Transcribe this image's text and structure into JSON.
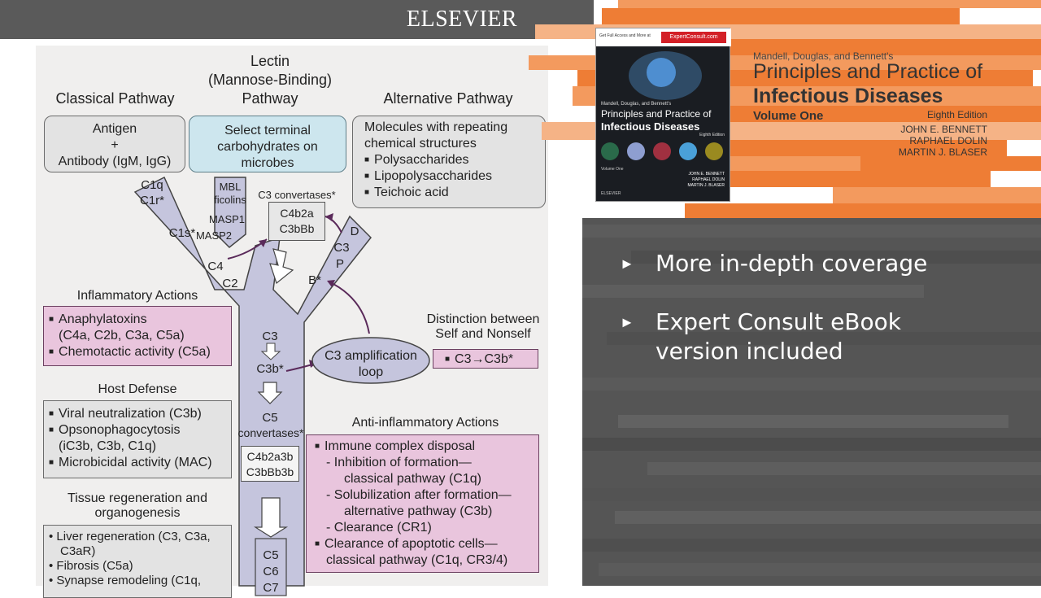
{
  "publisher": "ELSEVIER",
  "diagram": {
    "pathways": {
      "classical": "Classical Pathway",
      "lectin_1": "Lectin",
      "lectin_2": "(Mannose-Binding)",
      "lectin_3": "Pathway",
      "alternative": "Alternative Pathway"
    },
    "antigen": {
      "l1": "Antigen",
      "l2": "+",
      "l3": "Antibody (IgM, IgG)"
    },
    "select": {
      "l1": "Select terminal",
      "l2": "carbohydrates on",
      "l3": "microbes"
    },
    "molecules": {
      "l1": "Molecules with repeating",
      "l2": "chemical structures",
      "items": [
        "Polysaccharides",
        "Lipopolysaccharides",
        "Teichoic acid"
      ]
    },
    "arm_labels": {
      "c1q": "C1q",
      "c1r": "C1r*",
      "c1s": "C1s*",
      "mbl": "MBL",
      "ficolins": "ficolins",
      "masp1": "MASP1",
      "masp2": "MASP2",
      "c4": "C4",
      "c2": "C2",
      "d": "D",
      "c3": "C3",
      "p": "P",
      "b": "B*"
    },
    "c3_convertases": {
      "label": "C3 convertases*",
      "l1": "C4b2a",
      "l2": "C3bBb"
    },
    "stem": {
      "c3": "C3",
      "c3b": "C3b*",
      "c5_1": "C5",
      "c5_2": "convertases*",
      "c5conv_1": "C4b2a3b",
      "c5conv_2": "C3bBb3b",
      "tail_1": "C5",
      "tail_2": "C6",
      "tail_3": "C7"
    },
    "amplification": {
      "l1": "C3 amplification",
      "l2": "loop"
    },
    "distinction": {
      "l1": "Distinction between",
      "l2": "Self and Nonself",
      "box": "C3→C3b*"
    },
    "inflammatory": {
      "title": "Inflammatory Actions",
      "i1a": "Anaphylatoxins",
      "i1b": "(C4a, C2b, C3a, C5a)",
      "i2": "Chemotactic activity (C5a)"
    },
    "host_defense": {
      "title": "Host Defense",
      "i1": "Viral neutralization (C3b)",
      "i2a": "Opsonophagocytosis",
      "i2b": "(iC3b, C3b, C1q)",
      "i3": "Microbicidal activity (MAC)"
    },
    "tissue": {
      "title1": "Tissue regeneration and",
      "title2": "organogenesis",
      "i1a": "Liver regeneration (C3, C3a,",
      "i1b": "C3aR)",
      "i2": "Fibrosis (C5a)",
      "i3": "Synapse remodeling (C1q,"
    },
    "anti_inflammatory": {
      "title": "Anti-inflammatory Actions",
      "l1": "Immune complex disposal",
      "l2": "- Inhibition of formation—",
      "l3": "classical pathway (C1q)",
      "l4": "- Solubilization after formation—",
      "l5": "alternative pathway (C3b)",
      "l6": "- Clearance (CR1)",
      "l7": "Clearance of apoptotic cells—",
      "l8": "classical pathway (C1q, CR3/4)"
    }
  },
  "book": {
    "cover_badge": "ExpertConsult.com",
    "cover_small": "Get Full Access and More at",
    "cover_editors": "Mandell, Douglas, and Bennett's",
    "cover_title_1": "Principles and Practice of",
    "cover_title_2": "Infectious Diseases",
    "cover_edition": "Eighth Edition",
    "cover_volume": "Volume One",
    "cover_authors": [
      "JOHN E. BENNETT",
      "RAPHAEL DOLIN",
      "MARTIN J. BLASER"
    ],
    "cover_publisher": "ELSEVIER"
  },
  "header_text": {
    "editors": "Mandell, Douglas, and Bennett's",
    "title_1": "Principles and Practice of",
    "title_2": "Infectious Diseases",
    "edition": "Eighth Edition",
    "volume": "Volume One",
    "authors": [
      "JOHN E. BENNETT",
      "RAPHAEL DOLIN",
      "MARTIN J. BLASER"
    ]
  },
  "bullets": {
    "b1": "More in-depth coverage",
    "b2a": "Expert Consult eBook",
    "b2b": "version included"
  },
  "colors": {
    "accent_orange": "#ee7d35",
    "pink_box": "#e9c5dd",
    "blue_box": "#cde6ee",
    "pathway_fill": "#c5c5dd",
    "arrow_purple": "#5a2a5a"
  }
}
